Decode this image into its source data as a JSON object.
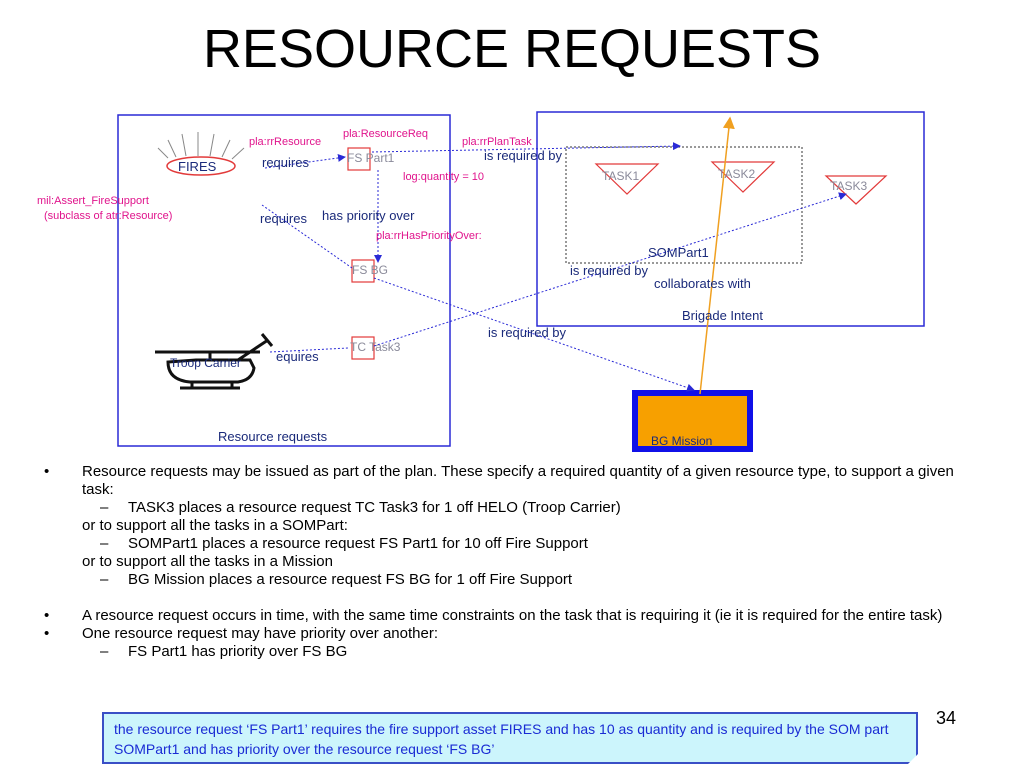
{
  "slide": {
    "title": "RESOURCE REQUESTS",
    "page_number": "34"
  },
  "diagram": {
    "fires_label": "FIRES",
    "troop_carrier_label": "Troop Carrier",
    "resource_requests_caption": "Resource requests",
    "fs_part1": "FS Part1",
    "fs_bg": "FS BG",
    "tc_task3": "TC Task3",
    "task1": "TASK1",
    "task2": "TASK2",
    "task3": "TASK3",
    "sompart1": "SOMPart1",
    "bg_mission": "BG Mission",
    "requires_1": "requires",
    "requires_2": "requires",
    "requires_3": "equires",
    "has_priority_over": "has priority over",
    "is_required_by_1": "is required by",
    "is_required_by_2": "is required by",
    "is_required_by_3": "is required by",
    "collaborates_with": "collaborates with",
    "brigade_intent": "Brigade Intent",
    "ann_rr_resource": "pla:rrResource",
    "ann_resource_req": "pla:ResourceReq",
    "ann_rr_plan_task": "pla:rrPlanTask",
    "ann_log_quantity": "log:quantity = 10",
    "ann_mil_assert": "mil:Assert_FireSupport",
    "ann_subclass": "(subclass of atr:Resource)",
    "ann_rr_has_priority": "pla:rrHasPriorityOver:",
    "colors": {
      "box_border": "#2a2ad6",
      "annotation": "#e0148c",
      "task_red": "#e23a3a",
      "mission_fill": "#f7a000",
      "mission_border": "#1010e8",
      "link_orange": "#f0a020",
      "text_dark": "#1a2a7a"
    }
  },
  "bullets": {
    "b1_text": "Resource requests may be issued as part of the plan. These specify a required quantity of a given resource type, to support a given task:",
    "b1_sub1": "TASK3 places a resource request TC Task3 for 1 off HELO (Troop Carrier)",
    "b1_cont1": "or to support all the tasks in a SOMPart:",
    "b1_sub2": "SOMPart1 places a resource request FS Part1 for 10 off Fire Support",
    "b1_cont2": "or to support all the tasks in a Mission",
    "b1_sub3": "BG Mission places a resource request FS BG for 1 off Fire Support",
    "b2_text": "A resource request occurs in time, with the same time constraints on the task that is requiring it (ie it is required for the entire task)",
    "b3_text": "One resource request may have priority over another:",
    "b3_sub1": "FS Part1 has priority over FS BG",
    "bullet_mark": "•",
    "dash_mark": "–"
  },
  "callout": {
    "text": "the resource request ‘FS Part1’ requires the fire support asset FIRES and has 10 as quantity and is required by the SOM part SOMPart1 and has priority over the resource request ‘FS BG’"
  }
}
